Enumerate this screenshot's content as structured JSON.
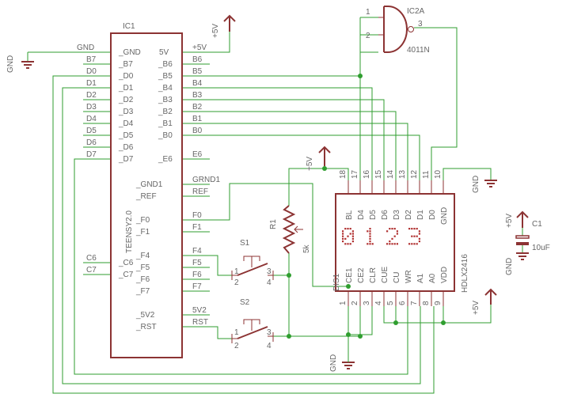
{
  "title": "",
  "ic1": {
    "name": "IC1",
    "value": "TEENSY2.0",
    "pins_left": [
      "_GND",
      "_B7",
      "_D0",
      "_D1",
      "_D2",
      "_D3",
      "_D4",
      "_D5",
      "_D6",
      "_D7",
      "_GND1",
      "_REF",
      "_F0",
      "_F1",
      "_F4",
      "_F5",
      "_F6",
      "_F7",
      "_C6",
      "_C7",
      "_5V2",
      "_RST"
    ],
    "pins_right": [
      "5V",
      "_B6",
      "_B5",
      "_B4",
      "_B3",
      "_B2",
      "_B1",
      "_B0",
      "_E6"
    ],
    "nets_left": [
      "GND",
      "B7",
      "D0",
      "D1",
      "D2",
      "D3",
      "D4",
      "D5",
      "D6",
      "D7",
      "C6",
      "C7"
    ],
    "nets_right": [
      "+5V",
      "B6",
      "B5",
      "B4",
      "B3",
      "B2",
      "B1",
      "B0",
      "E6",
      "GRND1",
      "REF",
      "F0",
      "F1",
      "F4",
      "F5",
      "F6",
      "F7",
      "5V2",
      "RST"
    ]
  },
  "ic2": {
    "name": "IC2A",
    "value": "4011N",
    "pins": [
      "1",
      "2",
      "3"
    ]
  },
  "dis1": {
    "name": "DIS1",
    "value": "HDLX2416",
    "top_pins": [
      "BL",
      "D4",
      "D5",
      "D6",
      "D3",
      "D2",
      "D1",
      "D0",
      "GND"
    ],
    "top_pin_numbers": [
      "18",
      "17",
      "16",
      "15",
      "14",
      "13",
      "12",
      "11",
      "10"
    ],
    "bottom_pins": [
      "CE1",
      "CE2",
      "CLR",
      "CUE",
      "CU",
      "WR",
      "A1",
      "A0",
      "VDD"
    ],
    "bottom_pin_numbers": [
      "1",
      "2",
      "3",
      "4",
      "5",
      "6",
      "7",
      "8",
      "9"
    ],
    "digits": [
      "0",
      "1",
      "2",
      "3"
    ]
  },
  "r1": {
    "name": "R1",
    "value": "5k"
  },
  "c1": {
    "name": "C1",
    "value": "10uF"
  },
  "s1": {
    "name": "S1",
    "pins": [
      "1",
      "2",
      "3",
      "4"
    ]
  },
  "s2": {
    "name": "S2",
    "pins": [
      "1",
      "2",
      "3",
      "4"
    ]
  },
  "power": {
    "vcc": "+5V",
    "gnd": "GND"
  },
  "colors": {
    "wire": "#2f9e2f",
    "part": "#8c3333",
    "label": "#666666",
    "background": "#ffffff"
  }
}
